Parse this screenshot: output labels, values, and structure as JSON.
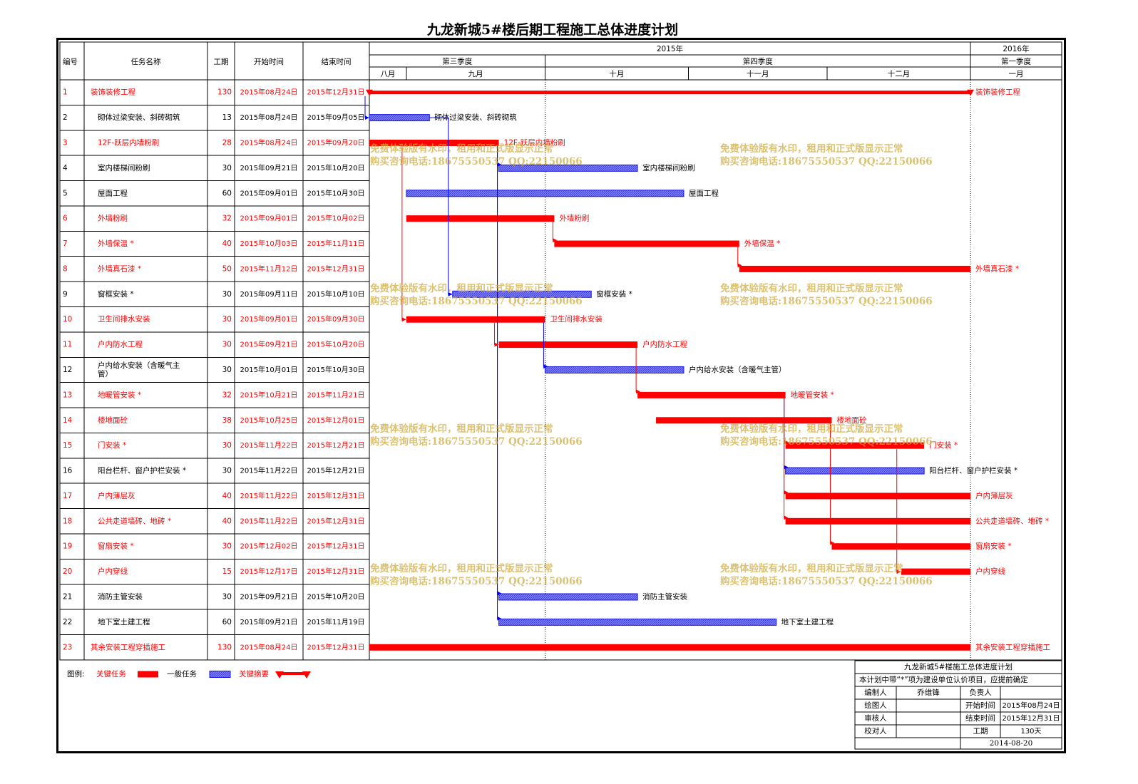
{
  "title": "九龙新城5#楼后期工程施工总体进度计划",
  "colors": {
    "critical": "#ff0000",
    "normal": "#8080ff",
    "normal_border": "#1a1ae6",
    "link_blue": "#0000ff",
    "grid": "#000000"
  },
  "headers": {
    "id": "编号",
    "name": "任务名称",
    "duration": "工期",
    "start": "开始时间",
    "end": "结束时间"
  },
  "timeline": {
    "start": "2015-08-24",
    "end": "2015-12-31",
    "years": [
      {
        "label": "2015年",
        "from": "2015-08-24",
        "to": "2015-12-31"
      },
      {
        "label": "2016年",
        "from": "2016-01-01",
        "to": "2016-01-31"
      }
    ],
    "quarters": [
      {
        "label": "第三季度",
        "from": "2015-08-24",
        "to": "2015-09-30"
      },
      {
        "label": "第四季度",
        "from": "2015-10-01",
        "to": "2015-12-31"
      },
      {
        "label": "第一季度",
        "from": "2016-01-01",
        "to": "2016-01-31"
      }
    ],
    "months": [
      {
        "label": "八月",
        "from": "2015-08-24",
        "to": "2015-08-31"
      },
      {
        "label": "九月",
        "from": "2015-09-01",
        "to": "2015-09-30"
      },
      {
        "label": "十月",
        "from": "2015-10-01",
        "to": "2015-10-31"
      },
      {
        "label": "十一月",
        "from": "2015-11-01",
        "to": "2015-11-30"
      },
      {
        "label": "十二月",
        "from": "2015-12-01",
        "to": "2015-12-31"
      },
      {
        "label": "一月",
        "from": "2016-01-01",
        "to": "2016-01-31"
      }
    ]
  },
  "tasks": [
    {
      "id": "1",
      "name": "装饰装修工程",
      "duration": "130",
      "start": "2015年08月24日",
      "end": "2015年12月31日",
      "bar_start": "2015-08-24",
      "bar_end": "2015-12-31",
      "type": "summary",
      "label": "装饰装修工程"
    },
    {
      "id": "2",
      "name": "砌体过梁安装、斜砖砌筑",
      "duration": "13",
      "start": "2015年08月24日",
      "end": "2015年09月05日",
      "bar_start": "2015-08-24",
      "bar_end": "2015-09-05",
      "type": "normal",
      "label": "砌体过梁安装、斜砖砌筑"
    },
    {
      "id": "3",
      "name": "12F-跃层内墙粉刷",
      "duration": "28",
      "start": "2015年08月24日",
      "end": "2015年09月20日",
      "bar_start": "2015-08-24",
      "bar_end": "2015-09-20",
      "type": "critical",
      "label": "12F-跃层内墙粉刷"
    },
    {
      "id": "4",
      "name": "室内楼梯间粉刷",
      "duration": "30",
      "start": "2015年09月21日",
      "end": "2015年10月20日",
      "bar_start": "2015-09-21",
      "bar_end": "2015-10-20",
      "type": "normal",
      "label": "室内楼梯间粉刷"
    },
    {
      "id": "5",
      "name": "屋面工程",
      "duration": "60",
      "start": "2015年09月01日",
      "end": "2015年10月30日",
      "bar_start": "2015-09-01",
      "bar_end": "2015-10-30",
      "type": "normal",
      "label": "屋面工程"
    },
    {
      "id": "6",
      "name": "外墙粉刷",
      "duration": "32",
      "start": "2015年09月01日",
      "end": "2015年10月02日",
      "bar_start": "2015-09-01",
      "bar_end": "2015-10-02",
      "type": "critical",
      "label": "外墙粉刷"
    },
    {
      "id": "7",
      "name": "外墙保温 *",
      "duration": "40",
      "start": "2015年10月03日",
      "end": "2015年11月11日",
      "bar_start": "2015-10-03",
      "bar_end": "2015-11-11",
      "type": "critical",
      "label": "外墙保温 *"
    },
    {
      "id": "8",
      "name": "外墙真石漆 *",
      "duration": "50",
      "start": "2015年11月12日",
      "end": "2015年12月31日",
      "bar_start": "2015-11-12",
      "bar_end": "2015-12-31",
      "type": "critical",
      "label": "外墙真石漆 *"
    },
    {
      "id": "9",
      "name": "窗框安装 *",
      "duration": "30",
      "start": "2015年09月11日",
      "end": "2015年10月10日",
      "bar_start": "2015-09-11",
      "bar_end": "2015-10-10",
      "type": "normal",
      "label": "窗框安装 *"
    },
    {
      "id": "10",
      "name": "卫生间排水安装",
      "duration": "30",
      "start": "2015年09月01日",
      "end": "2015年09月30日",
      "bar_start": "2015-09-01",
      "bar_end": "2015-09-30",
      "type": "critical",
      "label": "卫生间排水安装"
    },
    {
      "id": "11",
      "name": "户内防水工程",
      "duration": "30",
      "start": "2015年09月21日",
      "end": "2015年10月20日",
      "bar_start": "2015-09-21",
      "bar_end": "2015-10-20",
      "type": "critical",
      "label": "户内防水工程"
    },
    {
      "id": "12",
      "name": "户内给水安装（含暖气主管）",
      "duration": "30",
      "start": "2015年10月01日",
      "end": "2015年10月30日",
      "bar_start": "2015-10-01",
      "bar_end": "2015-10-30",
      "type": "normal",
      "label": "户内给水安装（含暖气主管）"
    },
    {
      "id": "13",
      "name": "地暖管安装 *",
      "duration": "32",
      "start": "2015年10月21日",
      "end": "2015年11月21日",
      "bar_start": "2015-10-21",
      "bar_end": "2015-11-21",
      "type": "critical",
      "label": "地暖管安装 *"
    },
    {
      "id": "14",
      "name": "楼地面砼",
      "duration": "38",
      "start": "2015年10月25日",
      "end": "2015年12月01日",
      "bar_start": "2015-10-25",
      "bar_end": "2015-12-01",
      "type": "critical",
      "label": "楼地面砼"
    },
    {
      "id": "15",
      "name": "门安装 *",
      "duration": "30",
      "start": "2015年11月22日",
      "end": "2015年12月21日",
      "bar_start": "2015-11-22",
      "bar_end": "2015-12-21",
      "type": "critical",
      "label": "门安装 *"
    },
    {
      "id": "16",
      "name": "阳台栏杆、窗户护栏安装 *",
      "duration": "30",
      "start": "2015年11月22日",
      "end": "2015年12月21日",
      "bar_start": "2015-11-22",
      "bar_end": "2015-12-21",
      "type": "normal",
      "label": "阳台栏杆、窗户护栏安装 *"
    },
    {
      "id": "17",
      "name": "户内薄层灰",
      "duration": "40",
      "start": "2015年11月22日",
      "end": "2015年12月31日",
      "bar_start": "2015-11-22",
      "bar_end": "2015-12-31",
      "type": "critical",
      "label": "户内薄层灰"
    },
    {
      "id": "18",
      "name": "公共走道墙砖、地砖 *",
      "duration": "40",
      "start": "2015年11月22日",
      "end": "2015年12月31日",
      "bar_start": "2015-11-22",
      "bar_end": "2015-12-31",
      "type": "critical",
      "label": "公共走道墙砖、地砖 *"
    },
    {
      "id": "19",
      "name": "窗扇安装 *",
      "duration": "30",
      "start": "2015年12月02日",
      "end": "2015年12月31日",
      "bar_start": "2015-12-02",
      "bar_end": "2015-12-31",
      "type": "critical",
      "label": "窗扇安装 *"
    },
    {
      "id": "20",
      "name": "户内穿线",
      "duration": "15",
      "start": "2015年12月17日",
      "end": "2015年12月31日",
      "bar_start": "2015-12-17",
      "bar_end": "2015-12-31",
      "type": "critical",
      "label": "户内穿线"
    },
    {
      "id": "21",
      "name": "消防主管安装",
      "duration": "30",
      "start": "2015年09月21日",
      "end": "2015年10月20日",
      "bar_start": "2015-09-21",
      "bar_end": "2015-10-20",
      "type": "normal",
      "label": "消防主管安装"
    },
    {
      "id": "22",
      "name": "地下室土建工程",
      "duration": "60",
      "start": "2015年09月21日",
      "end": "2015年11月19日",
      "bar_start": "2015-09-21",
      "bar_end": "2015-11-19",
      "type": "normal",
      "label": "地下室土建工程"
    },
    {
      "id": "23",
      "name": "其余安装工程穿插施工",
      "duration": "130",
      "start": "2015年08月24日",
      "end": "2015年12月31日",
      "bar_start": "2015-08-24",
      "bar_end": "2015-12-31",
      "type": "critical",
      "label": "其余安装工程穿插施工"
    }
  ],
  "links": [
    {
      "from": "1",
      "to": "2",
      "color": "blue"
    },
    {
      "from": "3",
      "to": "4",
      "color": "blue"
    },
    {
      "from": "3",
      "to": "21",
      "color": "blue"
    },
    {
      "from": "3",
      "to": "22",
      "color": "blue"
    },
    {
      "from": "3",
      "to": "10",
      "color": "red"
    },
    {
      "from": "2",
      "to": "9",
      "color": "blue"
    },
    {
      "from": "6",
      "to": "7",
      "color": "red"
    },
    {
      "from": "7",
      "to": "8",
      "color": "red"
    },
    {
      "from": "10",
      "to": "11",
      "color": "red"
    },
    {
      "from": "10",
      "to": "12",
      "color": "blue"
    },
    {
      "from": "11",
      "to": "13",
      "color": "red"
    },
    {
      "from": "13",
      "to": "15",
      "color": "red"
    },
    {
      "from": "13",
      "to": "16",
      "color": "blue"
    },
    {
      "from": "13",
      "to": "17",
      "color": "red"
    },
    {
      "from": "13",
      "to": "18",
      "color": "red"
    },
    {
      "from": "14",
      "to": "19",
      "color": "red"
    },
    {
      "from": "15",
      "to": "20",
      "color": "red"
    }
  ],
  "watermark": {
    "line1": "免费体验版有水印，租用和正式版显示正常",
    "line2": "购买咨询电话:18675550537 QQ:22150066"
  },
  "legend": {
    "label": "图例:",
    "critical": "关键任务",
    "normal": "一般任务",
    "summary": "关键摘要"
  },
  "info": {
    "title": "九龙新城5#楼施工总体进度计划",
    "note": "本计划中带“*”项为建设单位认价项目，应提前确定",
    "rows": [
      {
        "k1": "编制人",
        "v1": "乔维锋",
        "k2": "负责人",
        "v2": ""
      },
      {
        "k1": "绘图人",
        "v1": "",
        "k2": "开始时间",
        "v2": "2015年08月24日"
      },
      {
        "k1": "审核人",
        "v1": "",
        "k2": "结束时间",
        "v2": "2015年12月31日"
      },
      {
        "k1": "校对人",
        "v1": "",
        "k2": "工期",
        "v2": "130天"
      }
    ],
    "date": "2014-08-20"
  }
}
